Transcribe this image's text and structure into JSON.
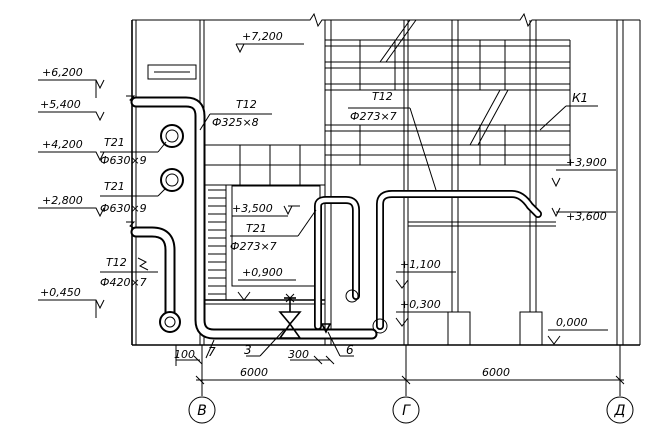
{
  "elevations": {
    "e7200": "+7,200",
    "e6200": "+6,200",
    "e5400": "+5,400",
    "e4200": "+4,200",
    "e3900": "+3,900",
    "e3600": "+3,600",
    "e3500": "+3,500",
    "e2800": "+2,800",
    "e1100": "+1,100",
    "e0900": "+0,900",
    "e0450": "+0,450",
    "e0300": "+0,300",
    "e0000": "0,000"
  },
  "pipes": {
    "t12_top_label": "Т12",
    "t12_top_size": "Ф325×8",
    "t21_upper_label": "Т21",
    "t21_upper_size": "Ф630×9",
    "t21_mid_label": "Т21",
    "t21_mid_size": "Ф630×9",
    "t12_lower_label": "Т12",
    "t12_lower_size": "Ф420×7",
    "t21_center_label": "Т21",
    "t21_center_size": "Ф273×7",
    "t12_right_label": "Т12",
    "t12_right_size": "Ф273×7"
  },
  "frame_label": "К1",
  "position_marks": {
    "p7": "7",
    "p3": "3",
    "p6": "6"
  },
  "dimensions": {
    "d100": "100",
    "d300": "300",
    "d6000_left": "6000",
    "d6000_right": "6000"
  },
  "axes": {
    "b": "В",
    "g": "Г",
    "d": "Д"
  }
}
